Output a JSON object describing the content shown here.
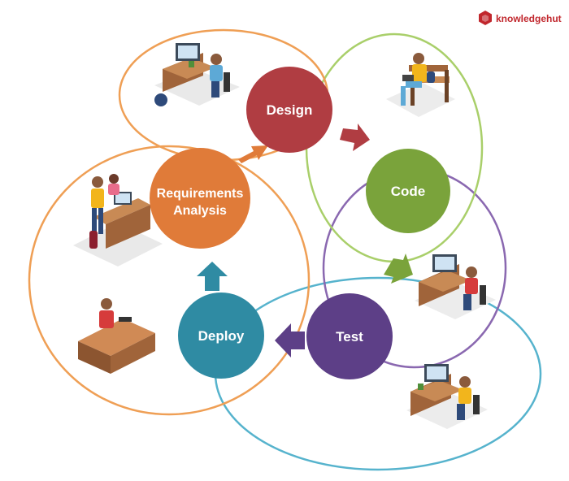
{
  "brand": {
    "name": "knowledgehut",
    "color": "#c1272d",
    "icon": "hexagon-logo-icon"
  },
  "phases": [
    {
      "id": "requirements",
      "label_lines": [
        "Requirements",
        "Analysis"
      ],
      "color": "#e07b39",
      "ring_color": "#ef9f55"
    },
    {
      "id": "design",
      "label_lines": [
        "Design"
      ],
      "color": "#b03d42",
      "ring_color": "#ef9f55"
    },
    {
      "id": "code",
      "label_lines": [
        "Code"
      ],
      "color": "#7aa33b",
      "ring_color": "#a9cf6a"
    },
    {
      "id": "test",
      "label_lines": [
        "Test"
      ],
      "color": "#5d3f87",
      "ring_color": "#8a68b0"
    },
    {
      "id": "deploy",
      "label_lines": [
        "Deploy"
      ],
      "color": "#2f8ba3",
      "ring_color": "#56b3cd"
    }
  ],
  "illustrations": [
    "person-at-desk-illustration",
    "person-on-bench-illustration",
    "team-meeting-illustration",
    "person-at-counter-illustration",
    "developer-at-desk-illustration",
    "tester-at-desk-illustration"
  ]
}
